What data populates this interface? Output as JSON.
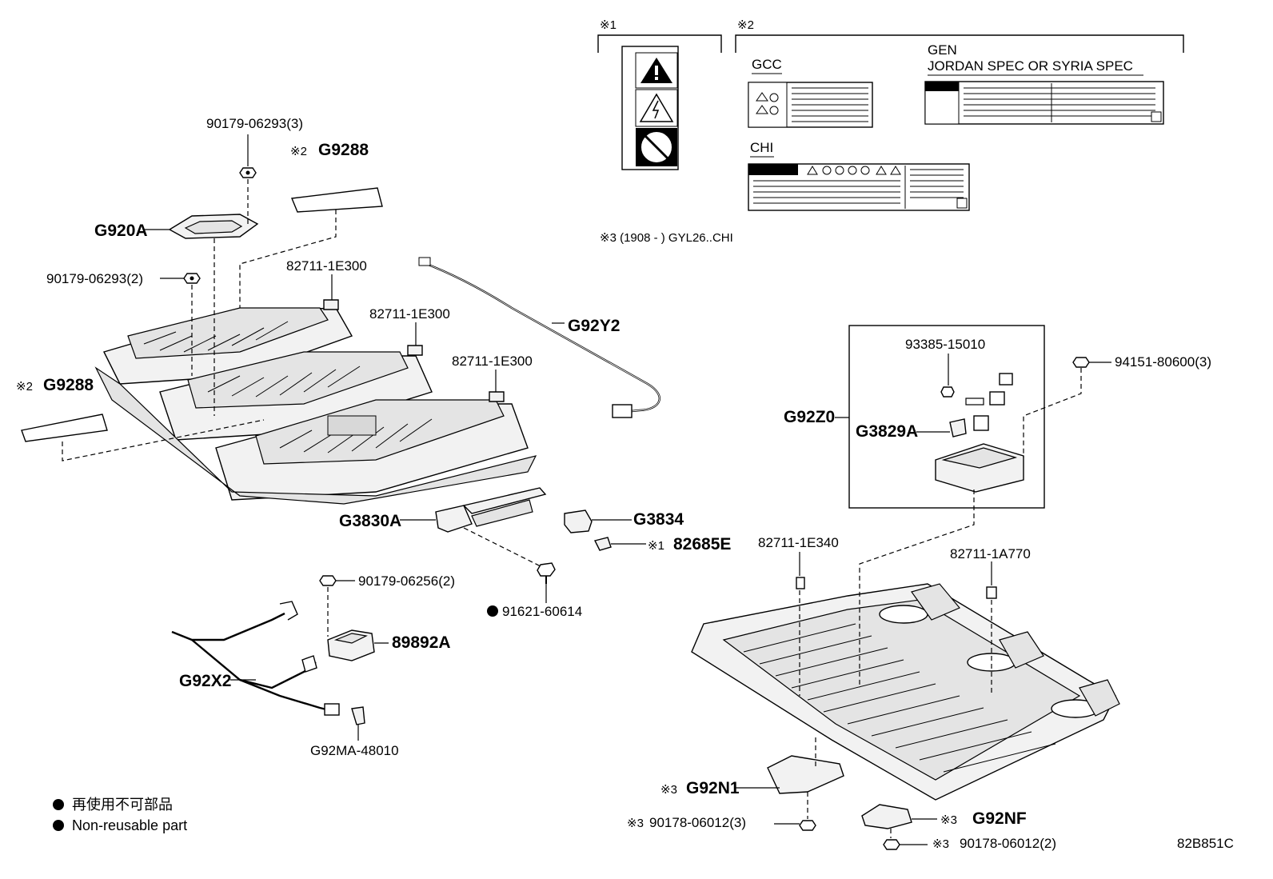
{
  "notes": {
    "note1": "※1",
    "note2": "※2",
    "note3_prefix": "※3",
    "note3_text": "※3 (1908 -     ) GYL26..CHI"
  },
  "labels_group": {
    "gcc": "GCC",
    "gen": "GEN",
    "gen_spec": "JORDAN SPEC OR SYRIA SPEC",
    "chi": "CHI"
  },
  "parts": {
    "p_90179_06293_3": "90179-06293(3)",
    "p_g9288_top": "G9288",
    "p_g920a": "G920A",
    "p_90179_06293_2": "90179-06293(2)",
    "p_82711_1e300_a": "82711-1E300",
    "p_82711_1e300_b": "82711-1E300",
    "p_82711_1e300_c": "82711-1E300",
    "p_g92y2": "G92Y2",
    "p_g9288_left": "G9288",
    "p_g3830a": "G3830A",
    "p_g3834": "G3834",
    "p_82685e": "82685E",
    "p_91621_60614": "91621-60614",
    "p_90179_06256_2": "90179-06256(2)",
    "p_89892a": "89892A",
    "p_g92x2": "G92X2",
    "p_g92ma_48010": "G92MA-48010",
    "p_93385_15010": "93385-15010",
    "p_94151_80600_3": "94151-80600(3)",
    "p_g92z0": "G92Z0",
    "p_g3829a": "G3829A",
    "p_82711_1e340": "82711-1E340",
    "p_82711_1a770": "82711-1A770",
    "p_g92n1": "G92N1",
    "p_g92nf": "G92NF",
    "p_90178_06012_3": "90178-06012(3)",
    "p_90178_06012_2": "90178-06012(2)"
  },
  "legend": {
    "jp": "再使用不可部品",
    "en": "Non-reusable part"
  },
  "diagram_code": "82B851C",
  "colors": {
    "ink": "#000000",
    "paper": "#ffffff",
    "fill": "#f2f2f2"
  }
}
